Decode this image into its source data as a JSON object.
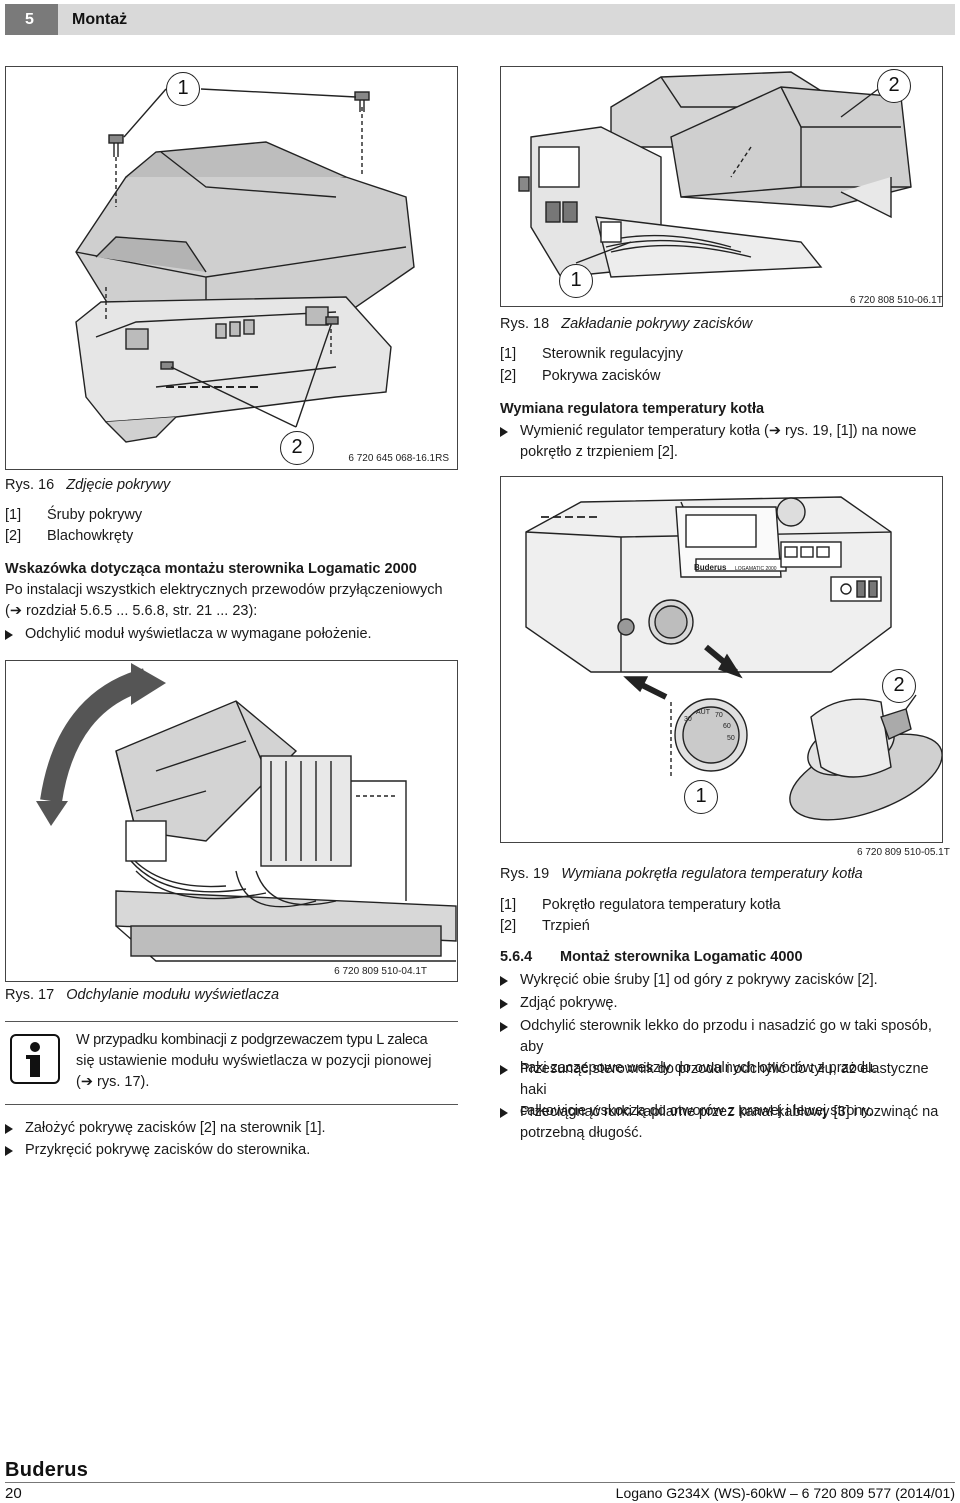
{
  "header": {
    "section_number": "5",
    "section_title": "Montaż"
  },
  "fig16": {
    "callout_1": "1",
    "callout_2": "2",
    "code": "6 720 645 068-16.1RS",
    "caption_num": "Rys. 16",
    "caption_text": "Zdjęcie pokrywy",
    "legend": [
      {
        "num": "[1]",
        "text": "Śruby pokrywy"
      },
      {
        "num": "[2]",
        "text": "Blachowkręty"
      }
    ]
  },
  "fig18": {
    "callout_1": "1",
    "callout_2": "2",
    "code": "6 720 808 510-06.1T",
    "caption_num": "Rys. 18",
    "caption_text": "Zakładanie pokrywy zacisków",
    "legend": [
      {
        "num": "[1]",
        "text": "Sterownik regulacyjny"
      },
      {
        "num": "[2]",
        "text": "Pokrywa zacisków"
      }
    ]
  },
  "sec_replace": {
    "heading": "Wymiana regulatora temperatury kotła",
    "bullet_line1": "Wymienić regulator temperatury kotła (➔ rys. 19, [1]) na nowe",
    "bullet_line2": "pokrętło z trzpieniem [2]."
  },
  "sec_hint": {
    "heading": "Wskazówka dotycząca montażu sterownika Logamatic 2000",
    "line1": "Po instalacji wszystkich elektrycznych przewodów przyłączeniowych",
    "line2": "(➔ rozdział 5.6.5 ... 5.6.8, str. 21 ... 23):",
    "bullet": "Odchylić moduł wyświetlacza w wymagane położenie."
  },
  "fig19": {
    "callout_1": "1",
    "callout_2": "2",
    "code": "6 720 809 510-05.1T",
    "brand_label": "Buderus",
    "model_label": "LOGAMATIC 2000",
    "dial_marks": [
      "AUT",
      "30",
      "70",
      "60",
      "50"
    ],
    "caption_num": "Rys. 19",
    "caption_text": "Wymiana pokrętła regulatora temperatury kotła",
    "legend": [
      {
        "num": "[1]",
        "text": "Pokrętło regulatora temperatury kotła"
      },
      {
        "num": "[2]",
        "text": "Trzpień"
      }
    ]
  },
  "fig17": {
    "code": "6 720 809 510-04.1T",
    "caption_num": "Rys. 17",
    "caption_text": "Odchylanie modułu wyświetlacza"
  },
  "info_note": {
    "line1": "W przypadku kombinacji z podgrzewaczem typu L zaleca",
    "line2": "się ustawienie modułu wyświetlacza w pozycji pionowej",
    "line3": "(➔ rys. 17)."
  },
  "left_bullets": [
    "Założyć pokrywę zacisków [2] na sterownik [1].",
    "Przykręcić pokrywę zacisków do sterownika."
  ],
  "sec_564": {
    "number": "5.6.4",
    "title": "Montaż sterownika Logamatic 4000",
    "bullets": [
      {
        "line1": "Wykręcić obie śruby [1] od góry z pokrywy zacisków [2].",
        "line2": ""
      },
      {
        "line1": "Zdjąć pokrywę.",
        "line2": ""
      },
      {
        "line1": "Odchylić sterownik lekko do przodu i nasadzić go w taki sposób, aby",
        "line2": "haki zaczepowe weszły do owalnych otworów z przodu."
      },
      {
        "line1": "Przesunąć sterownik do przodu i odchylić do tyłu, aż elastyczne haki",
        "line2": "całkowicie wskoczą do otworów z prawej i lewej strony."
      },
      {
        "line1": "Przeciągnąć rurki kapilarne przez kanał kablowy [3] i rozwinąć na",
        "line2": "potrzebną długość."
      }
    ]
  },
  "footer": {
    "brand": "Buderus",
    "page_number": "20",
    "doc": "Logano G234X (WS)-60kW – 6 720 809 577 (2014/01)"
  }
}
